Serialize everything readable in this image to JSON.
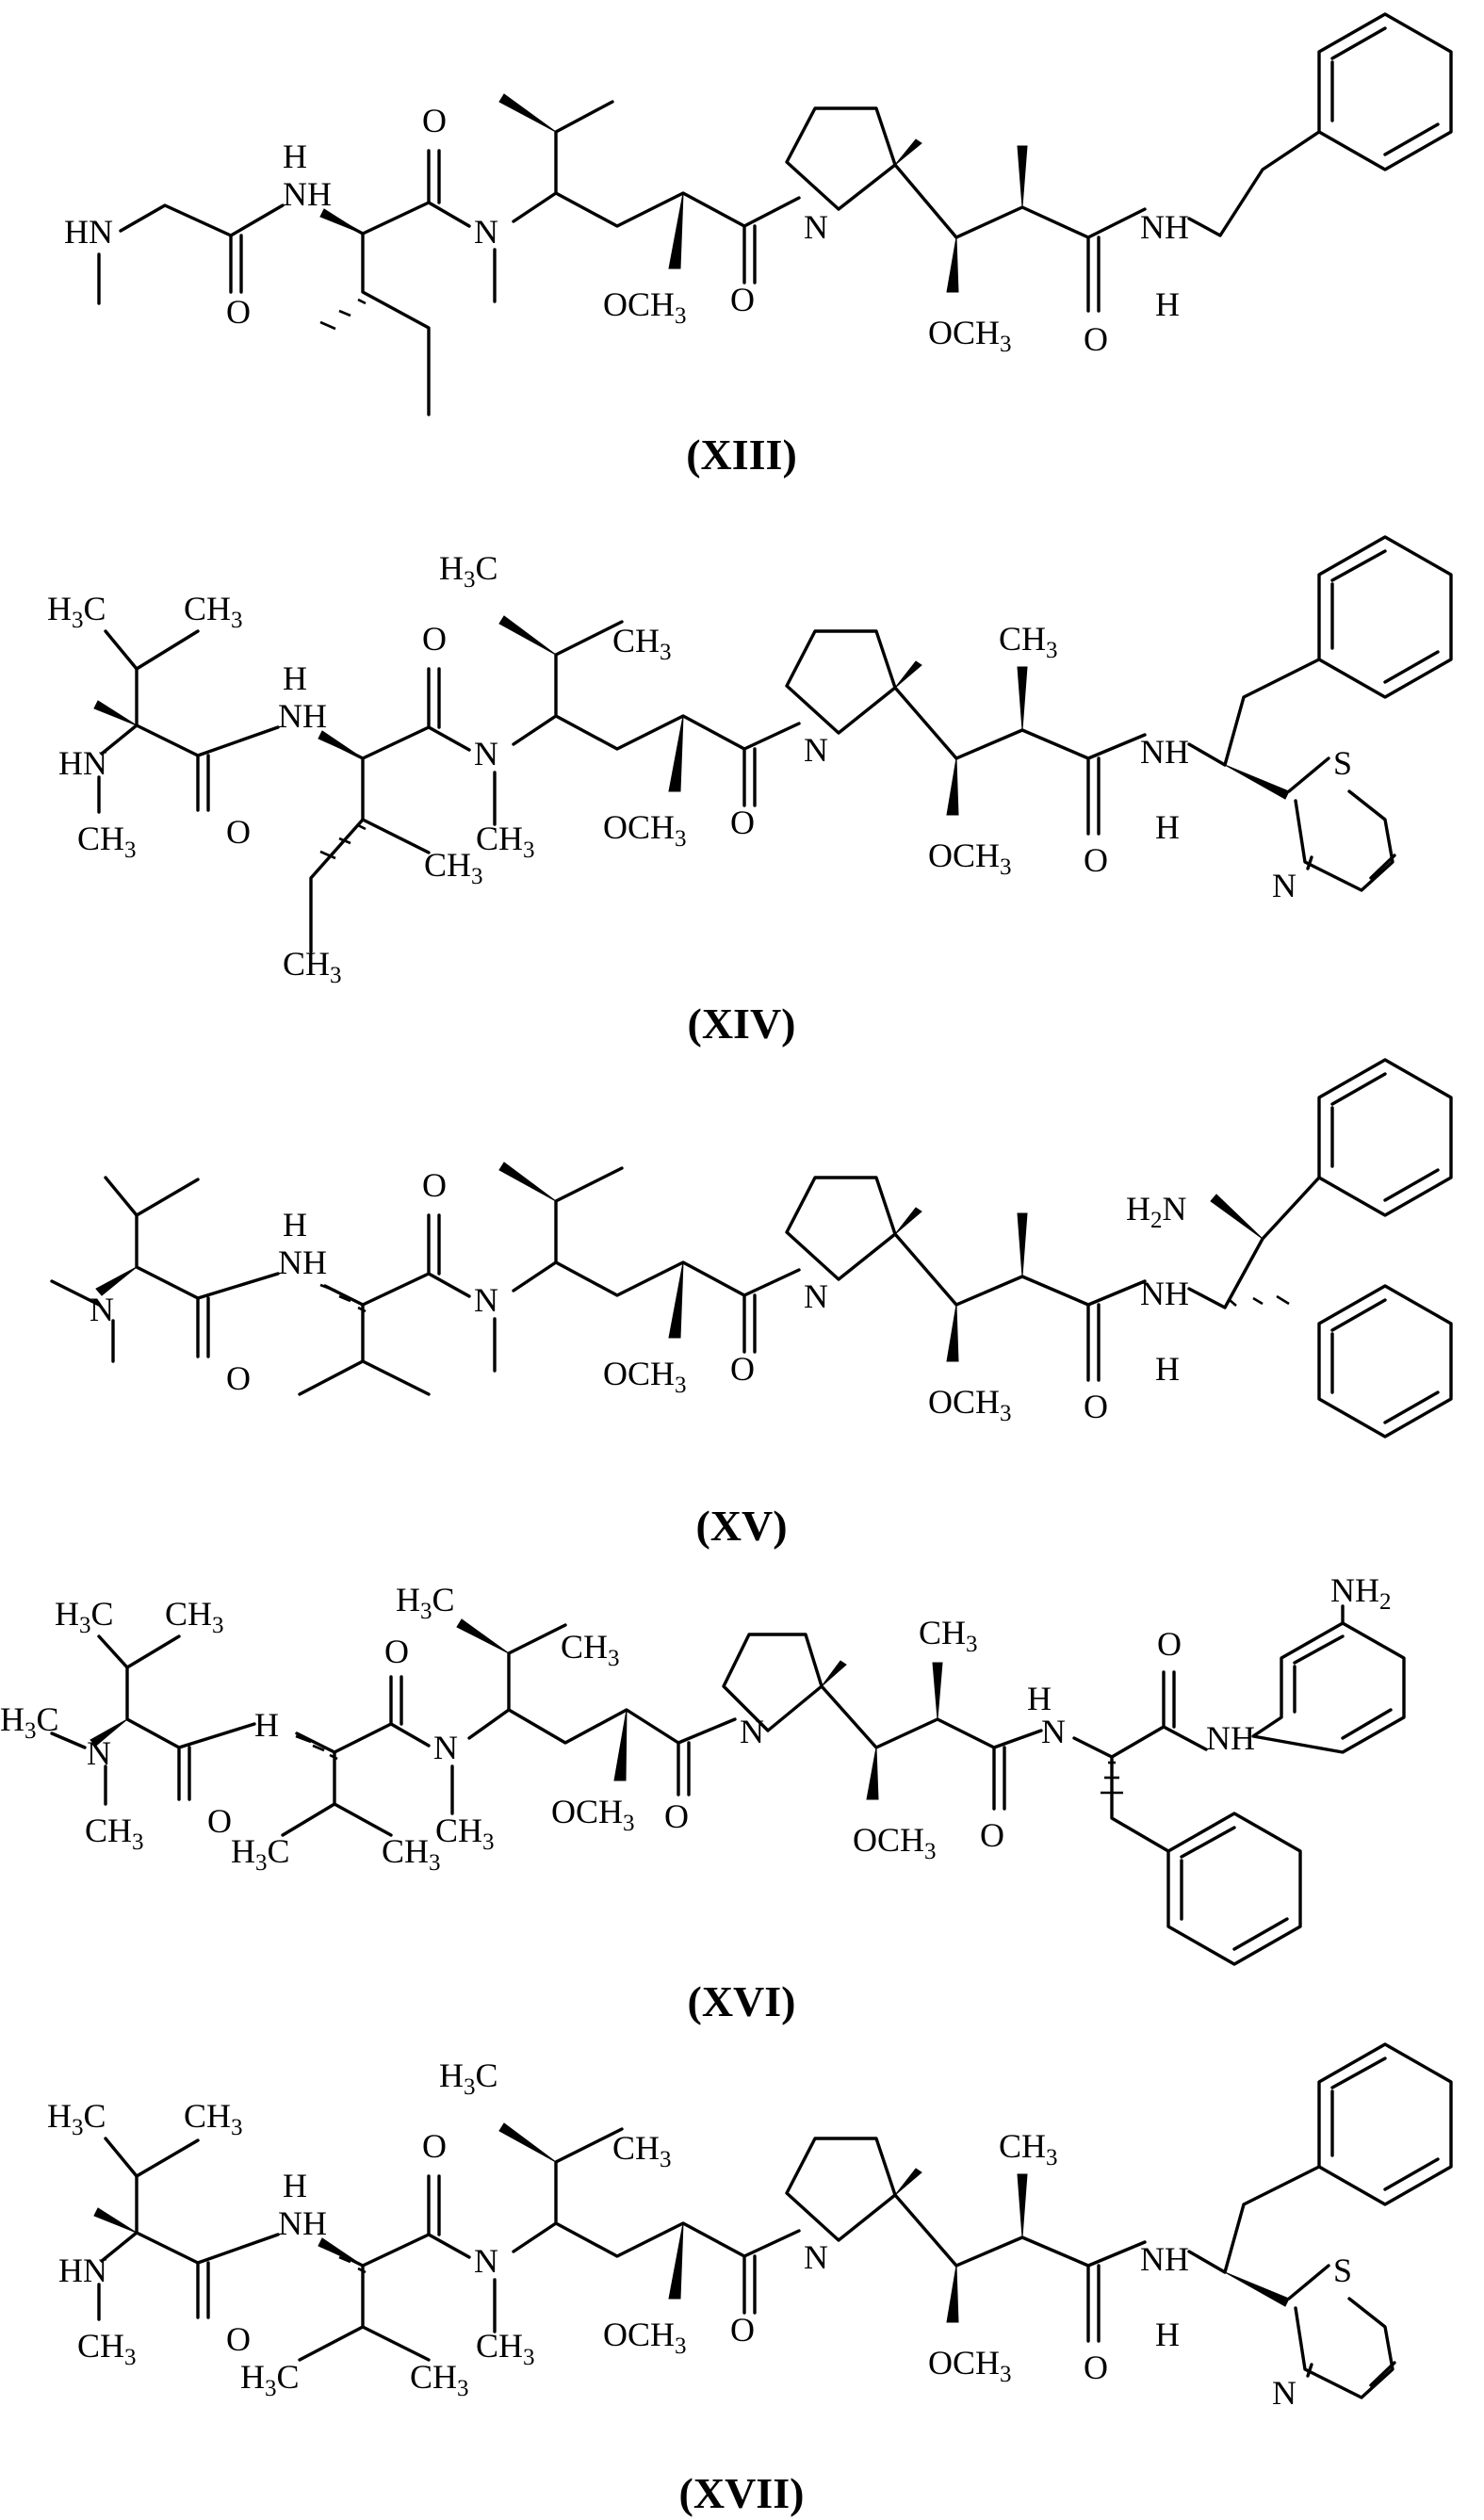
{
  "figure": {
    "compounds": [
      {
        "id": "XIII",
        "caption": "(XIII)"
      },
      {
        "id": "XIV",
        "caption": "(XIV)"
      },
      {
        "id": "XV",
        "caption": "(XV)"
      },
      {
        "id": "XVI",
        "caption": "(XVI)"
      },
      {
        "id": "XVII",
        "caption": "(XVII)"
      }
    ],
    "atom_labels": {
      "nh_amine": "HN",
      "nh_amide": "NH",
      "h": "H",
      "n": "N",
      "o": "O",
      "s": "S",
      "och3": "OCH3",
      "ch3": "CH3",
      "h3c": "H3C",
      "nh2": "NH2",
      "h2n": "H2N"
    }
  }
}
